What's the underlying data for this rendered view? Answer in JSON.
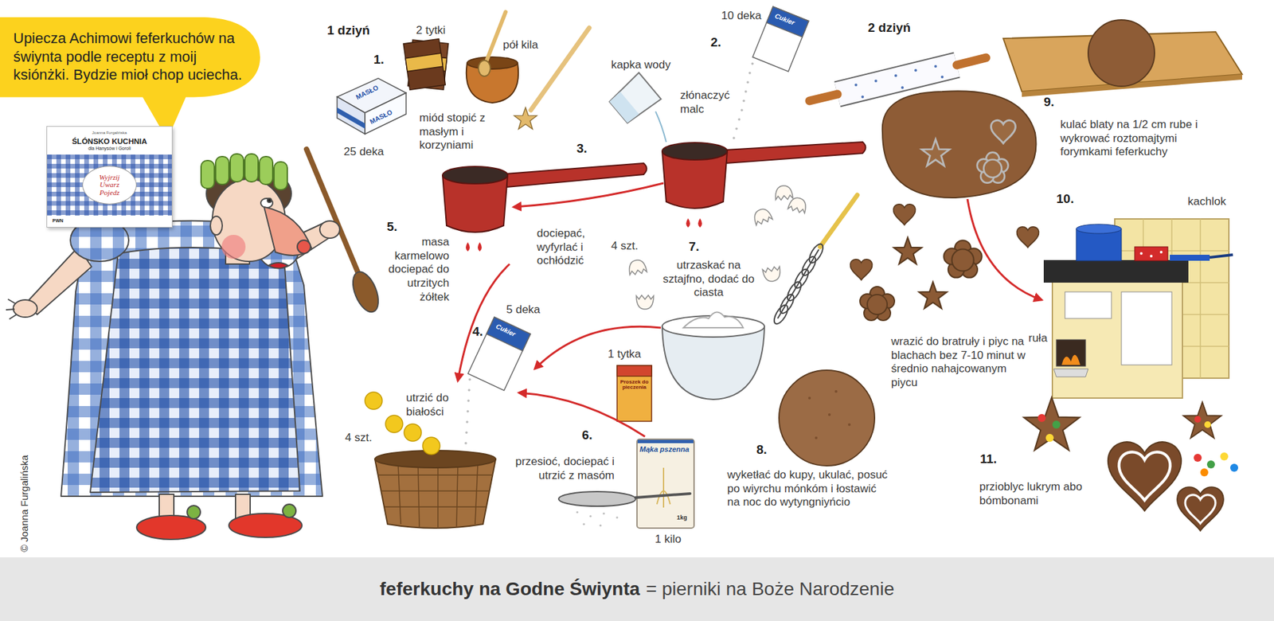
{
  "diagram": {
    "nodes": [
      {
        "text": [
          "Upiecza Achimowi feferkuchów na świynta podle receptu z moij ksiónżki. Bydzie mioł chop uciecha."
        ]
      },
      {
        "text": [
          "Joanna Furgalińska",
          "ŚLÓNSKO KUCHNIA",
          "dla Hanysów i Goroli",
          "Wyjrzij Uwarz Pojedz",
          "PWN"
        ]
      },
      {
        "text": [
          "feferkuchy na Godne Świynta",
          "= pierniki na Boże Narodzenie"
        ]
      }
    ],
    "labels": [
      "1 dziyń",
      "2 dziyń",
      "1.",
      "2 tytki",
      "pół kila",
      "25 deka",
      "miód stopić z masłym i korzyniami",
      "10 deka",
      "2.",
      "kapka wody",
      "złónaczyć malc",
      "3.",
      "dociepać, wyfyrlać i ochłódzić",
      "5.",
      "masa karmelowo dociepać do utrzitych żółtek",
      "4 szt.",
      "7.",
      "utrzaskać na sztajfno, dodać do ciasta",
      "5 deka",
      "4.",
      "utrzić do białości",
      "4 szt.",
      "1 tytka",
      "6.",
      "przesioć, dociepać i utrzić z masóm",
      "1 kilo",
      "8.",
      "wyketłać do kupy, ukulać, posuć po wiyrchu mónkóm i łostawić na noc do wytyngniyńcio",
      "9.",
      "kulać blaty na 1/2 cm rube i wykrować roztomajtymi forymkami feferkuchy",
      "10.",
      "kachlok",
      "wrazić do bratruły i piyc na blachach bez 7-10 minut w średnio nahajcowanym piycu",
      "ruła",
      "11.",
      "przioblyc lukrym abo bómbonami",
      "© Joanna Furgalińska",
      "MASŁO",
      "MASŁO",
      "Cukier",
      "Cukier",
      "Proszek do pieczenia",
      "Mąka pszenna",
      "1kg"
    ]
  }
}
